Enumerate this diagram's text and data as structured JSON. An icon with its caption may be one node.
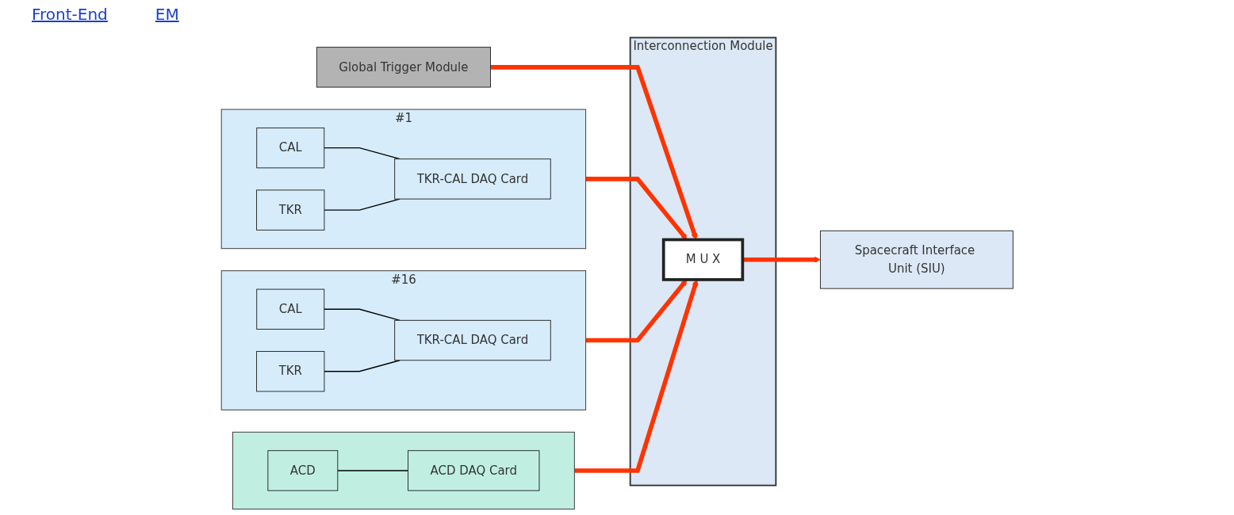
{
  "diagram": {
    "nodes": [
      {
        "text": [],
        "shape": "box",
        "beside": [
          "#1"
        ]
      },
      {
        "text": [
          "CAL"
        ],
        "in": 0
      },
      {
        "text": [
          "TKR"
        ],
        "in": 0
      },
      {
        "text": [
          "TKR-CAL DAQ Card"
        ],
        "in": 0
      },
      {
        "text": [],
        "shape": "box",
        "beside": [
          "#16"
        ]
      },
      {
        "text": [
          "CAL"
        ],
        "in": 4
      },
      {
        "text": [
          "TKR"
        ],
        "in": 4
      },
      {
        "text": [
          "TKR-CAL DAQ Card"
        ],
        "in": 4
      },
      {
        "text": [],
        "shape": "box"
      },
      {
        "text": [
          "ACD"
        ],
        "in": 8
      },
      {
        "text": [
          "ACD DAQ Card"
        ],
        "in": 8
      },
      {
        "text": [
          "Global Trigger Module"
        ]
      },
      {
        "text": [
          "Interconnection Module"
        ]
      },
      {
        "text": [
          "M U X"
        ],
        "in": 12
      },
      {
        "text": [
          "Spacecraft Interface Unit (SIU)"
        ]
      }
    ],
    "edges": [
      {
        "from": 1,
        "to": 3,
        "arrow": "none",
        "color": "#000000"
      },
      {
        "from": 2,
        "to": 3,
        "arrow": "none",
        "color": "#000000"
      },
      {
        "from": 5,
        "to": 7,
        "arrow": "none",
        "color": "#000000"
      },
      {
        "from": 6,
        "to": 7,
        "arrow": "none",
        "color": "#000000"
      },
      {
        "from": 9,
        "to": 10,
        "arrow": "none",
        "color": "#000000"
      },
      {
        "from": 0,
        "to": 13,
        "arrow": "to",
        "style": "thick",
        "color": "#ff3300"
      },
      {
        "from": 4,
        "to": 13,
        "arrow": "to",
        "style": "thick",
        "color": "#ff3300"
      },
      {
        "from": 8,
        "to": 13,
        "arrow": "to",
        "style": "thick",
        "color": "#ff3300"
      },
      {
        "from": 11,
        "to": 13,
        "arrow": "to",
        "style": "thick",
        "color": "#ff3300"
      },
      {
        "from": 13,
        "to": 14,
        "arrow": "to",
        "style": "thick",
        "color": "#ff3300"
      }
    ],
    "labels": [
      "Front-End",
      "EM"
    ]
  }
}
